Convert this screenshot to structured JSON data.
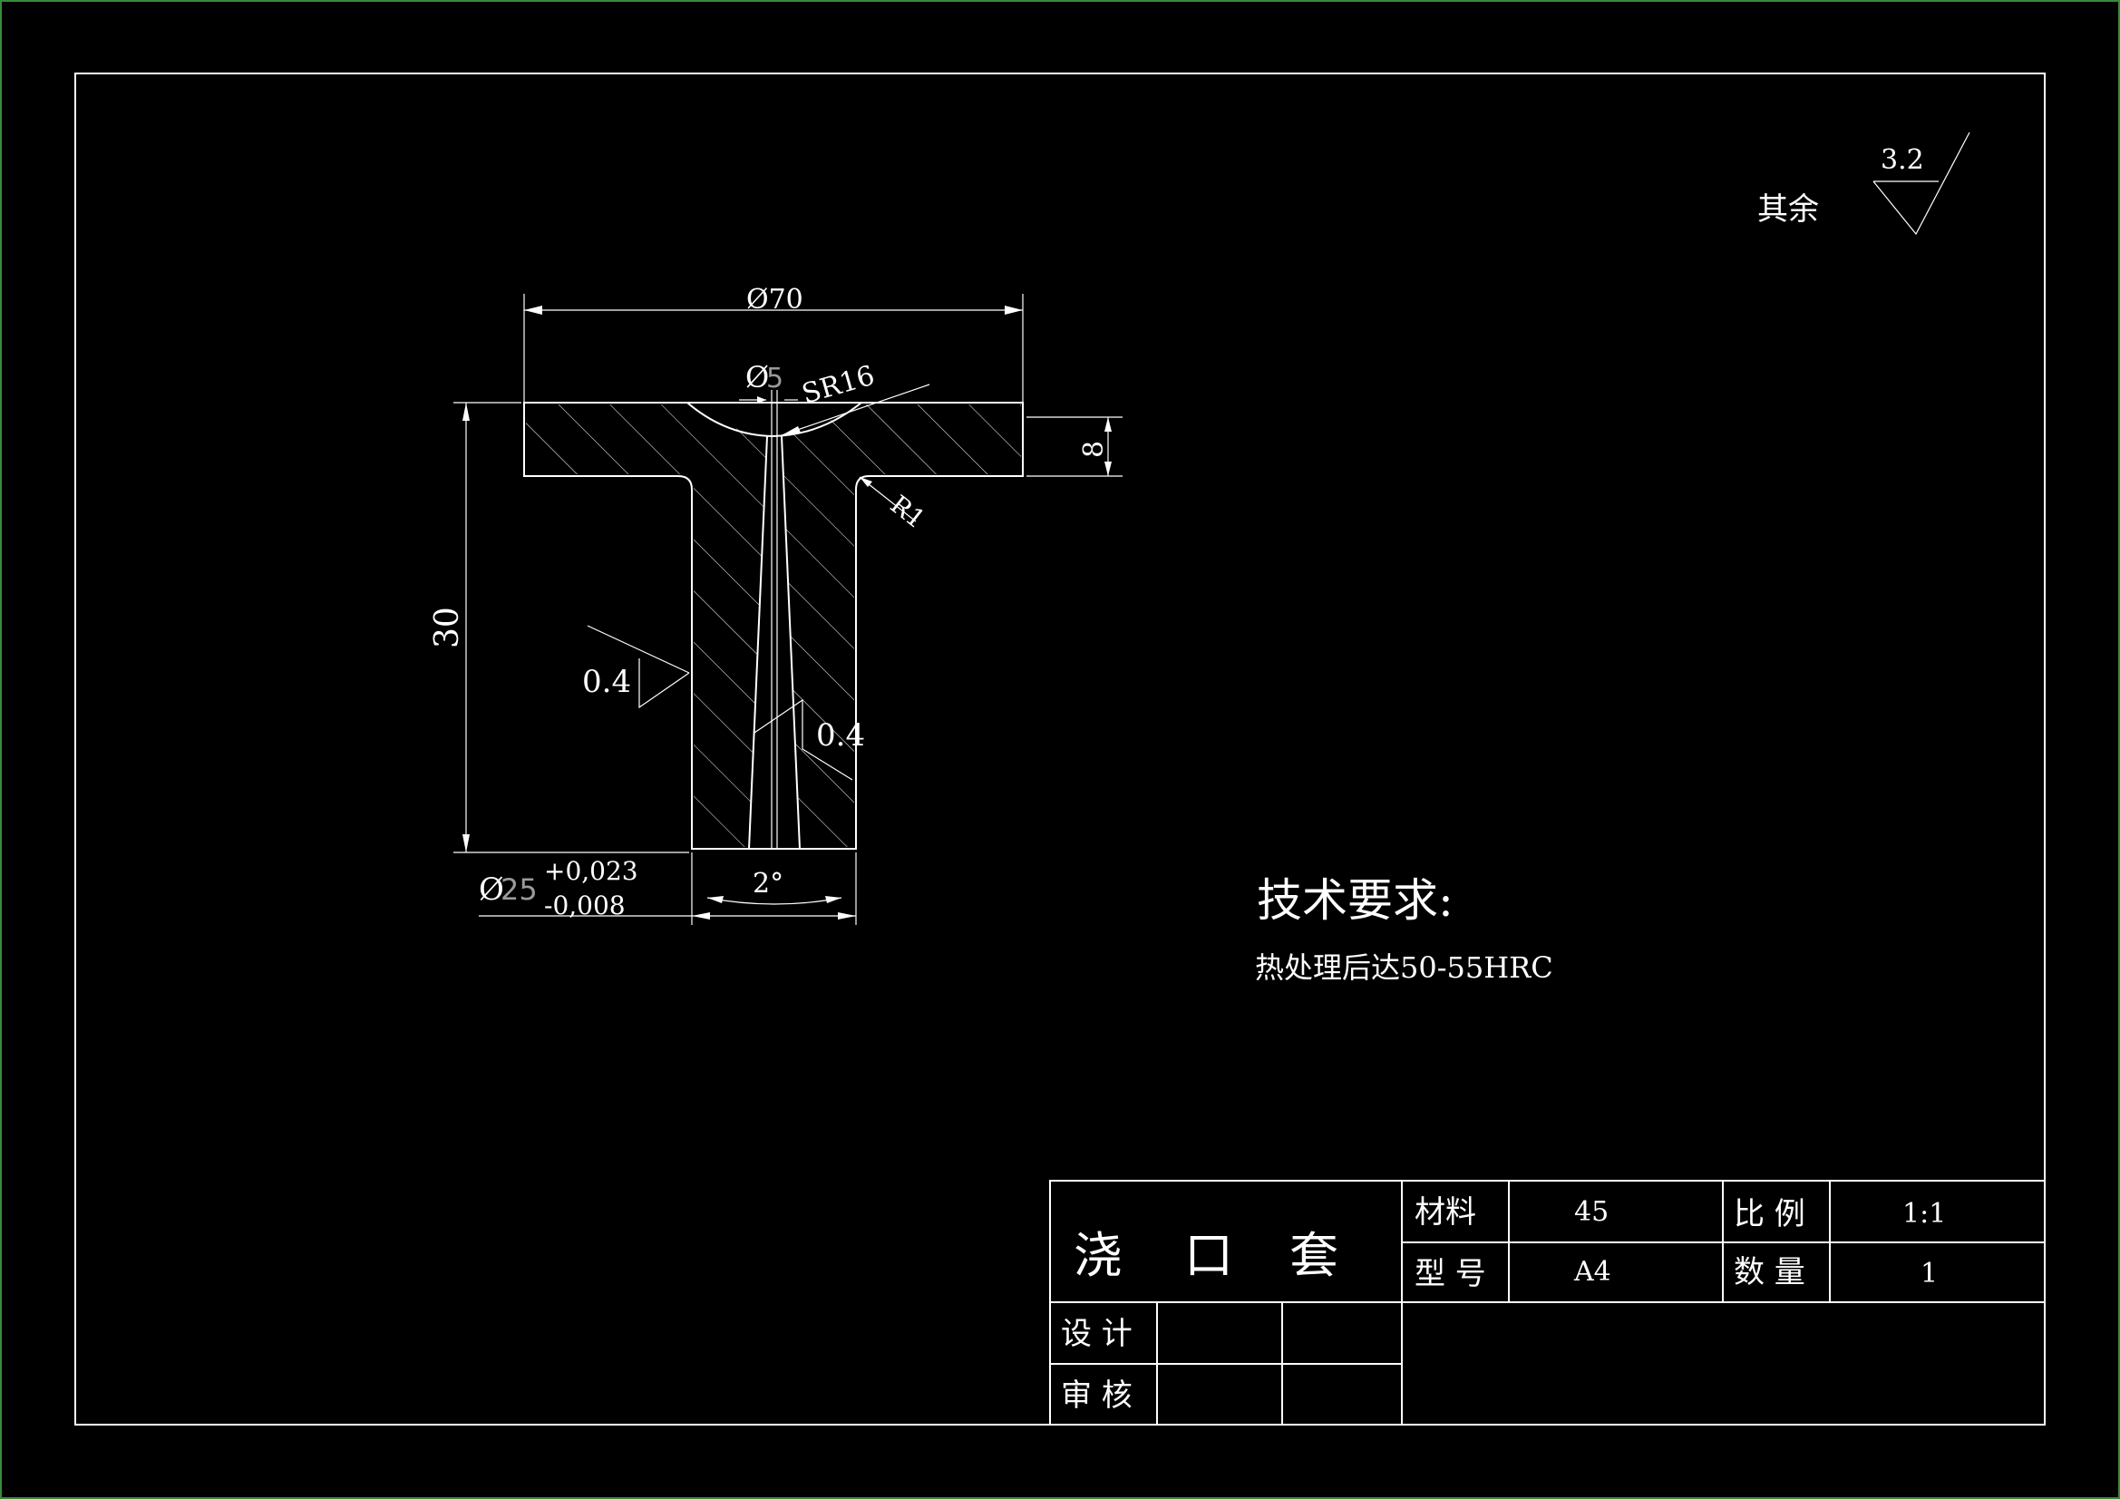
{
  "surface_finish": {
    "other_label": "其余",
    "other_value": "3.2",
    "outer_value": "0.4",
    "bore_value": "0.4"
  },
  "dimensions": {
    "top_diameter": "Ø70",
    "hole_diameter_symbol": "Ø",
    "hole_diameter_value": "5",
    "sphere_radius": "SR16",
    "flange_thickness": "8",
    "fillet_radius": "R1",
    "overall_height": "30",
    "taper_angle": "2°",
    "shaft_diameter_symbol": "Ø",
    "shaft_diameter_value": "25",
    "shaft_tol_upper": "+0,023",
    "shaft_tol_lower": "-0,008"
  },
  "technical_requirements": {
    "title": "技术要求:",
    "line1": "热处理后达50-55HRC"
  },
  "title_block": {
    "part_name_1": "浇",
    "part_name_2": "口",
    "part_name_3": "套",
    "material_label": "材料",
    "material_value": "45",
    "scale_label": "比 例",
    "scale_value": "1:1",
    "model_label": "型 号",
    "model_value": "A4",
    "qty_label": "数 量",
    "qty_value": "1",
    "design_label": "设 计",
    "review_label": "审 核"
  }
}
